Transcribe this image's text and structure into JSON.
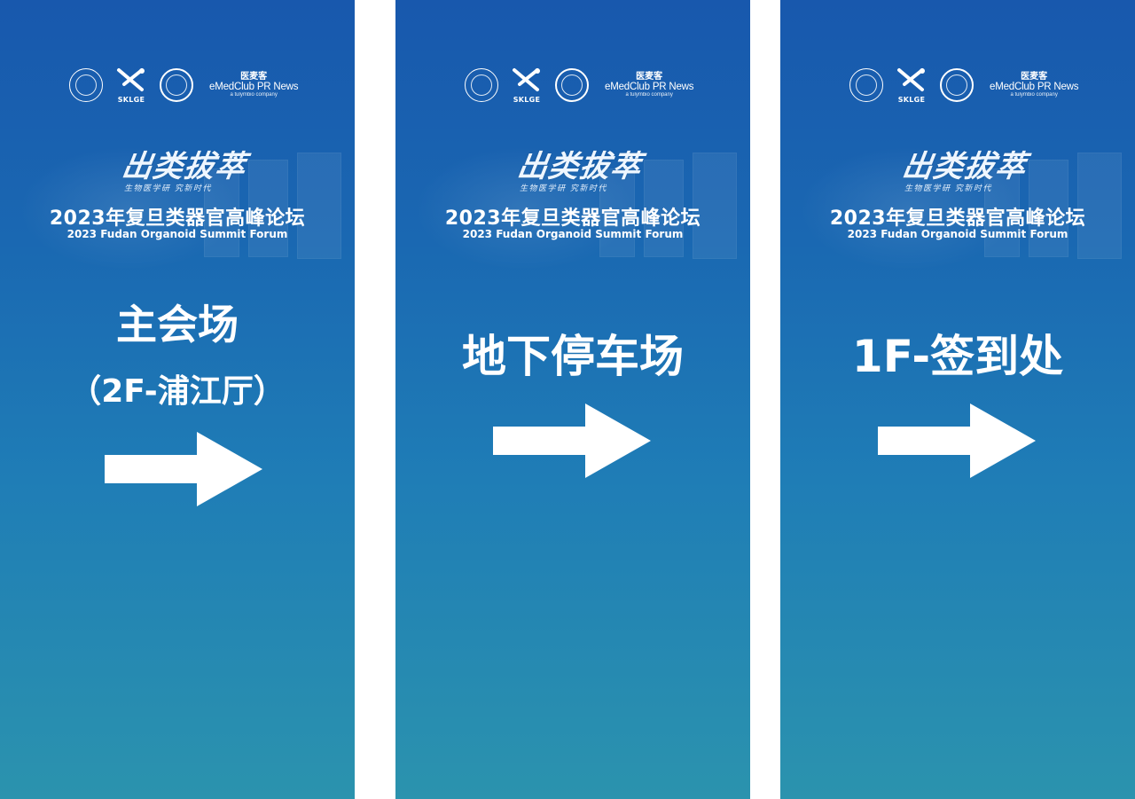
{
  "logos": {
    "sklge_text": "SKLGE",
    "emed_cn": "医麦客",
    "emed_en": "eMedClub PR News",
    "emed_sub": "a tulymbio company"
  },
  "calligraphy": {
    "main": "出类拔萃",
    "sub": "生物医学研  究新时代"
  },
  "event": {
    "title_cn": "2023年复旦类器官高峰论坛",
    "title_en": "2023 Fudan Organoid Summit Forum"
  },
  "banners": [
    {
      "line1": "主会场",
      "line2": "（2F-浦江厅）",
      "arrow": "right-arrow"
    },
    {
      "line1": "地下停车场",
      "arrow": "right-arrow"
    },
    {
      "line1": "1F-签到处",
      "arrow": "right-arrow"
    }
  ],
  "colors": {
    "gradient_top": "#1858ad",
    "gradient_bottom": "#2b93ae",
    "text": "#ffffff"
  }
}
